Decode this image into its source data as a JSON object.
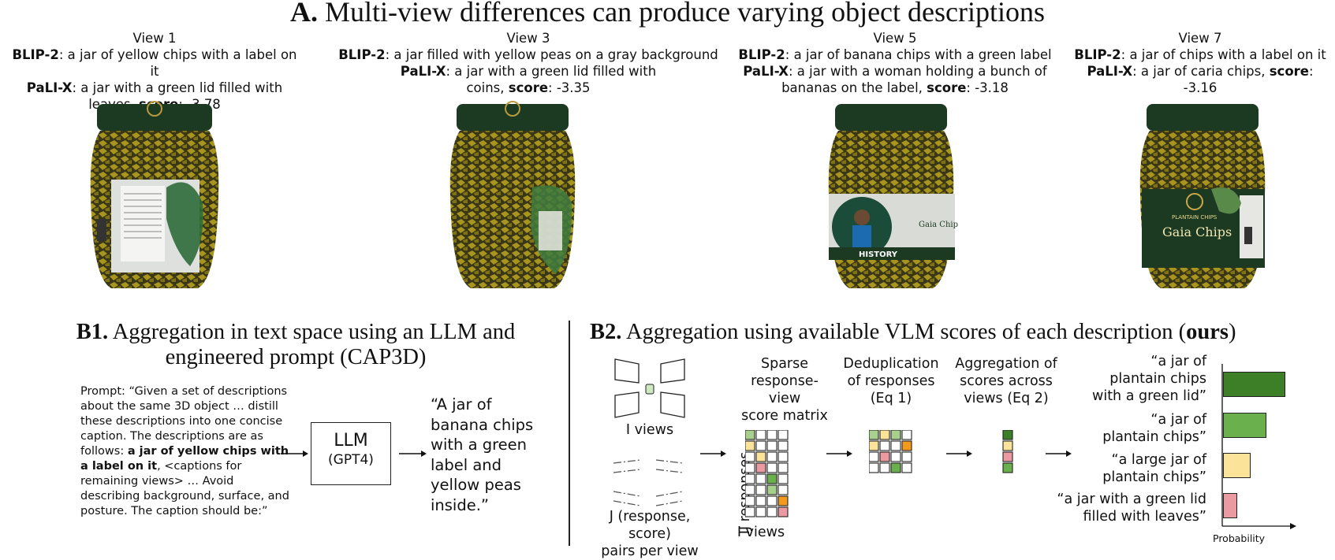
{
  "title_a": {
    "letter": "A.",
    "text": "Multi-view differences can produce varying object descriptions"
  },
  "views": [
    {
      "name": "View 1",
      "blip_label": "BLIP-2",
      "blip_text": ": a jar of yellow chips with a label on it",
      "pali_label": "PaLI-X",
      "pali_text_1": ": a jar with a green lid filled with",
      "pali_text_2": "leaves, ",
      "score_label": "score",
      "score_value": ": -3.78"
    },
    {
      "name": "View 3",
      "blip_label": "BLIP-2",
      "blip_text": ": a jar filled with yellow peas on a gray background",
      "pali_label": "PaLI-X",
      "pali_text_1": ": a jar with a green lid filled with",
      "pali_text_2": "coins, ",
      "score_label": "score",
      "score_value": ": -3.35"
    },
    {
      "name": "View 5",
      "blip_label": "BLIP-2",
      "blip_text": ": a jar of banana chips with a green label",
      "pali_label": "PaLI-X",
      "pali_text_1": ": a jar with a woman holding a bunch of",
      "pali_text_2": "bananas on the label, ",
      "score_label": "score",
      "score_value": ": -3.18"
    },
    {
      "name": "View 7",
      "blip_label": "BLIP-2",
      "blip_text": ": a jar of chips with a label on it",
      "pali_label": "PaLI-X",
      "pali_text_1": ": a jar of caria chips, ",
      "pali_score_label": "score",
      "pali_score_value": ":",
      "pali_text_2": "-3.16"
    }
  ],
  "jar_labels": {
    "history": "HISTORY",
    "brand": "Gaia Chips",
    "brand_top": "PLANTAIN CHIPS"
  },
  "b1": {
    "letter": "B1.",
    "title_1": "Aggregation in text space using an LLM and",
    "title_2": "engineered prompt (CAP3D)",
    "prompt_1": "Prompt: “Given a set of descriptions about the same 3D object … distill these descriptions into one concise caption. The descriptions are as follows: ",
    "prompt_bold": "a jar of yellow chips with a label on it",
    "prompt_2": ", <captions for remaining views> … Avoid describing background, surface, and posture. The caption should be:”",
    "llm": "LLM",
    "llm_sub": "(GPT4)",
    "output": "“A jar of banana chips with a green label and yellow peas inside.”"
  },
  "b2": {
    "letter": "B2.",
    "title": "Aggregation using available VLM scores of each description (",
    "title_bold": "ours",
    "title_end": ")",
    "i_views": "I views",
    "j_pairs_1": "J (response, score)",
    "j_pairs_2": "pairs per view",
    "sparse_1": "Sparse",
    "sparse_2": "response-view",
    "sparse_3": "score matrix",
    "ij_responses": "IJ responses",
    "i_views_bottom": "I views",
    "dedup_1": "Deduplication",
    "dedup_2": "of responses",
    "dedup_3": "(Eq 1)",
    "agg_1": "Aggregation of",
    "agg_2": "scores across",
    "agg_3": "views (Eq 2)",
    "probability": "Probability",
    "captions": [
      {
        "line1": "“a jar of",
        "line2": "plantain chips",
        "line3": "with a green lid”",
        "prob": 0.9,
        "color": "#3d7f26"
      },
      {
        "line1": "“a jar of",
        "line2": "plantain chips”",
        "prob": 0.62,
        "color": "#6ab04c"
      },
      {
        "line1": "“a large jar of",
        "line2": "plantain chips”",
        "prob": 0.4,
        "color": "#fbe49a"
      },
      {
        "line1": "“a jar with a green lid",
        "line2": "filled with leaves”",
        "prob": 0.2,
        "color": "#ea9aa0"
      }
    ]
  }
}
